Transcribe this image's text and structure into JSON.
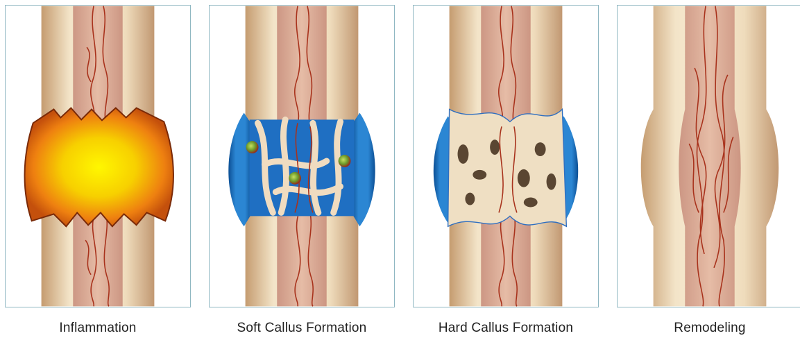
{
  "stages": [
    {
      "label": "Inflammation"
    },
    {
      "label": "Soft Callus Formation"
    },
    {
      "label": "Hard Callus Formation"
    },
    {
      "label": "Remodeling"
    }
  ],
  "colors": {
    "bone_light": "#f1e2c8",
    "bone_dark": "#c9a27a",
    "marrow": "#d9a892",
    "vessel": "#a8321c",
    "hematoma_core": "#fff200",
    "hematoma_edge": "#e86a10",
    "cartilage_blue": "#1f79c9",
    "panel_border": "#8fb7c2"
  }
}
